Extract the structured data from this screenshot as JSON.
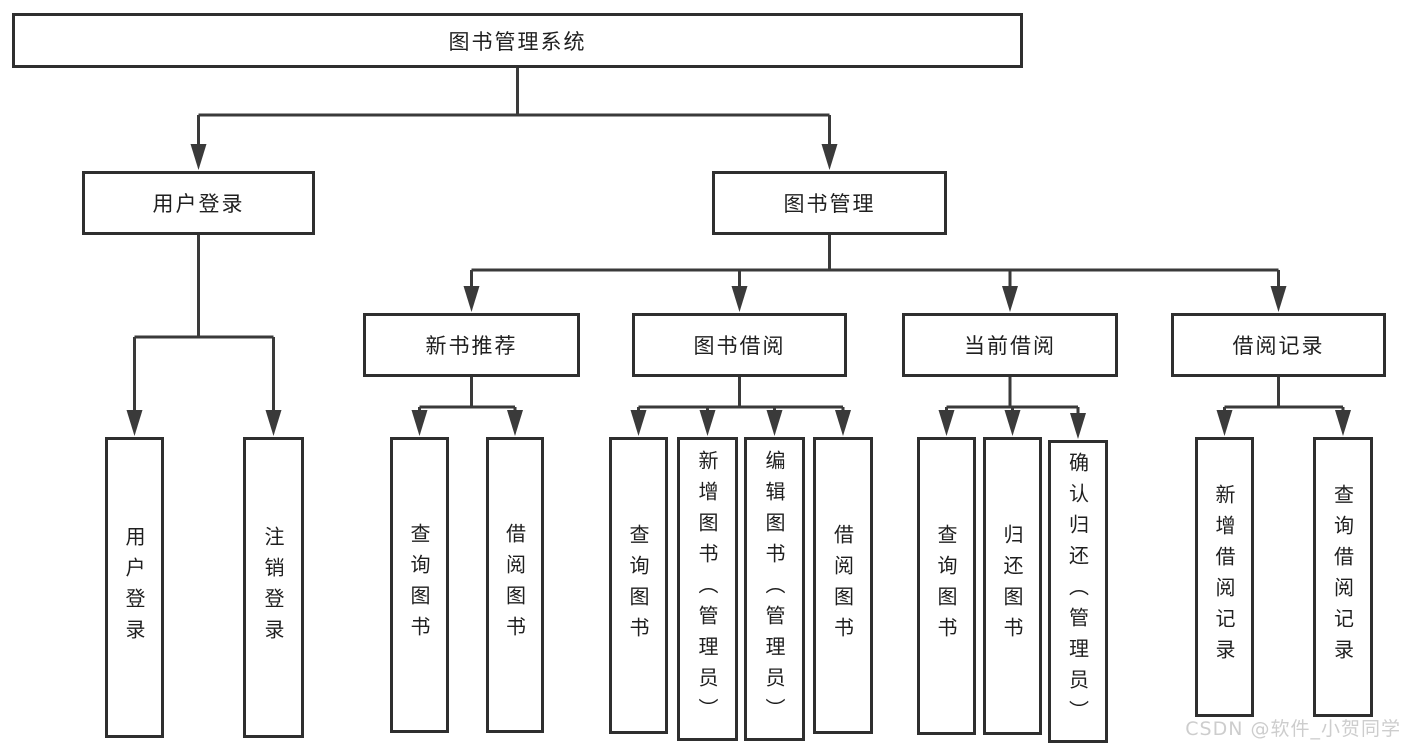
{
  "diagram": {
    "root": {
      "label": "图书管理系统"
    },
    "level2": {
      "user_login": {
        "label": "用户登录"
      },
      "book_management": {
        "label": "图书管理"
      }
    },
    "level3": {
      "new_book_recommend": {
        "label": "新书推荐"
      },
      "book_borrow": {
        "label": "图书借阅"
      },
      "current_borrow": {
        "label": "当前借阅"
      },
      "borrow_record": {
        "label": "借阅记录"
      }
    },
    "leaves": {
      "user_login": [
        "用户登录",
        "注销登录"
      ],
      "new_book_recommend": [
        "查询图书",
        "借阅图书"
      ],
      "book_borrow": [
        "查询图书",
        "新增图书（管理员）",
        "编辑图书（管理员）",
        "借阅图书"
      ],
      "current_borrow": [
        "查询图书",
        "归还图书",
        "确认归还（管理员）"
      ],
      "borrow_record": [
        "新增借阅记录",
        "查询借阅记录"
      ]
    },
    "colors": {
      "line": "#3a3a3a",
      "box_border": "#2f2f2f",
      "box_fill": "#ffffff",
      "text": "#1f1f1f",
      "watermark": "#c9c9c9",
      "background": "#ffffff"
    },
    "watermark": "CSDN @软件_小贺同学"
  }
}
